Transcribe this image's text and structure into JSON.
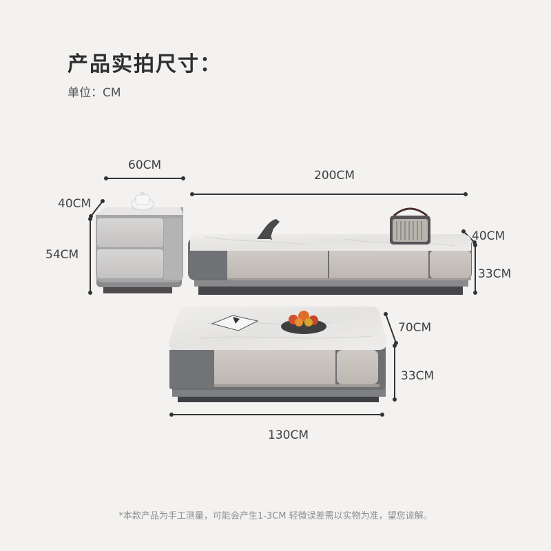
{
  "header": {
    "title": "产品实拍尺寸：",
    "unit": "单位：CM"
  },
  "dimensions": {
    "nightstand_width": "60CM",
    "nightstand_depth": "40CM",
    "nightstand_height": "54CM",
    "tv_cabinet_width": "200CM",
    "tv_cabinet_depth": "40CM",
    "tv_cabinet_height": "33CM",
    "coffee_table_depth": "70CM",
    "coffee_table_height": "33CM",
    "coffee_table_width": "130CM"
  },
  "footnote": "*本款产品为手工测量，可能会产生1-3CM 轻微误差需以实物为准，望您谅解。",
  "colors": {
    "background": "#f3f2f1",
    "marble_top": "#e9e8e6",
    "drawer_front": "#c9c4bf",
    "side_panel": "#75767a",
    "base": "#4a4b4f"
  }
}
